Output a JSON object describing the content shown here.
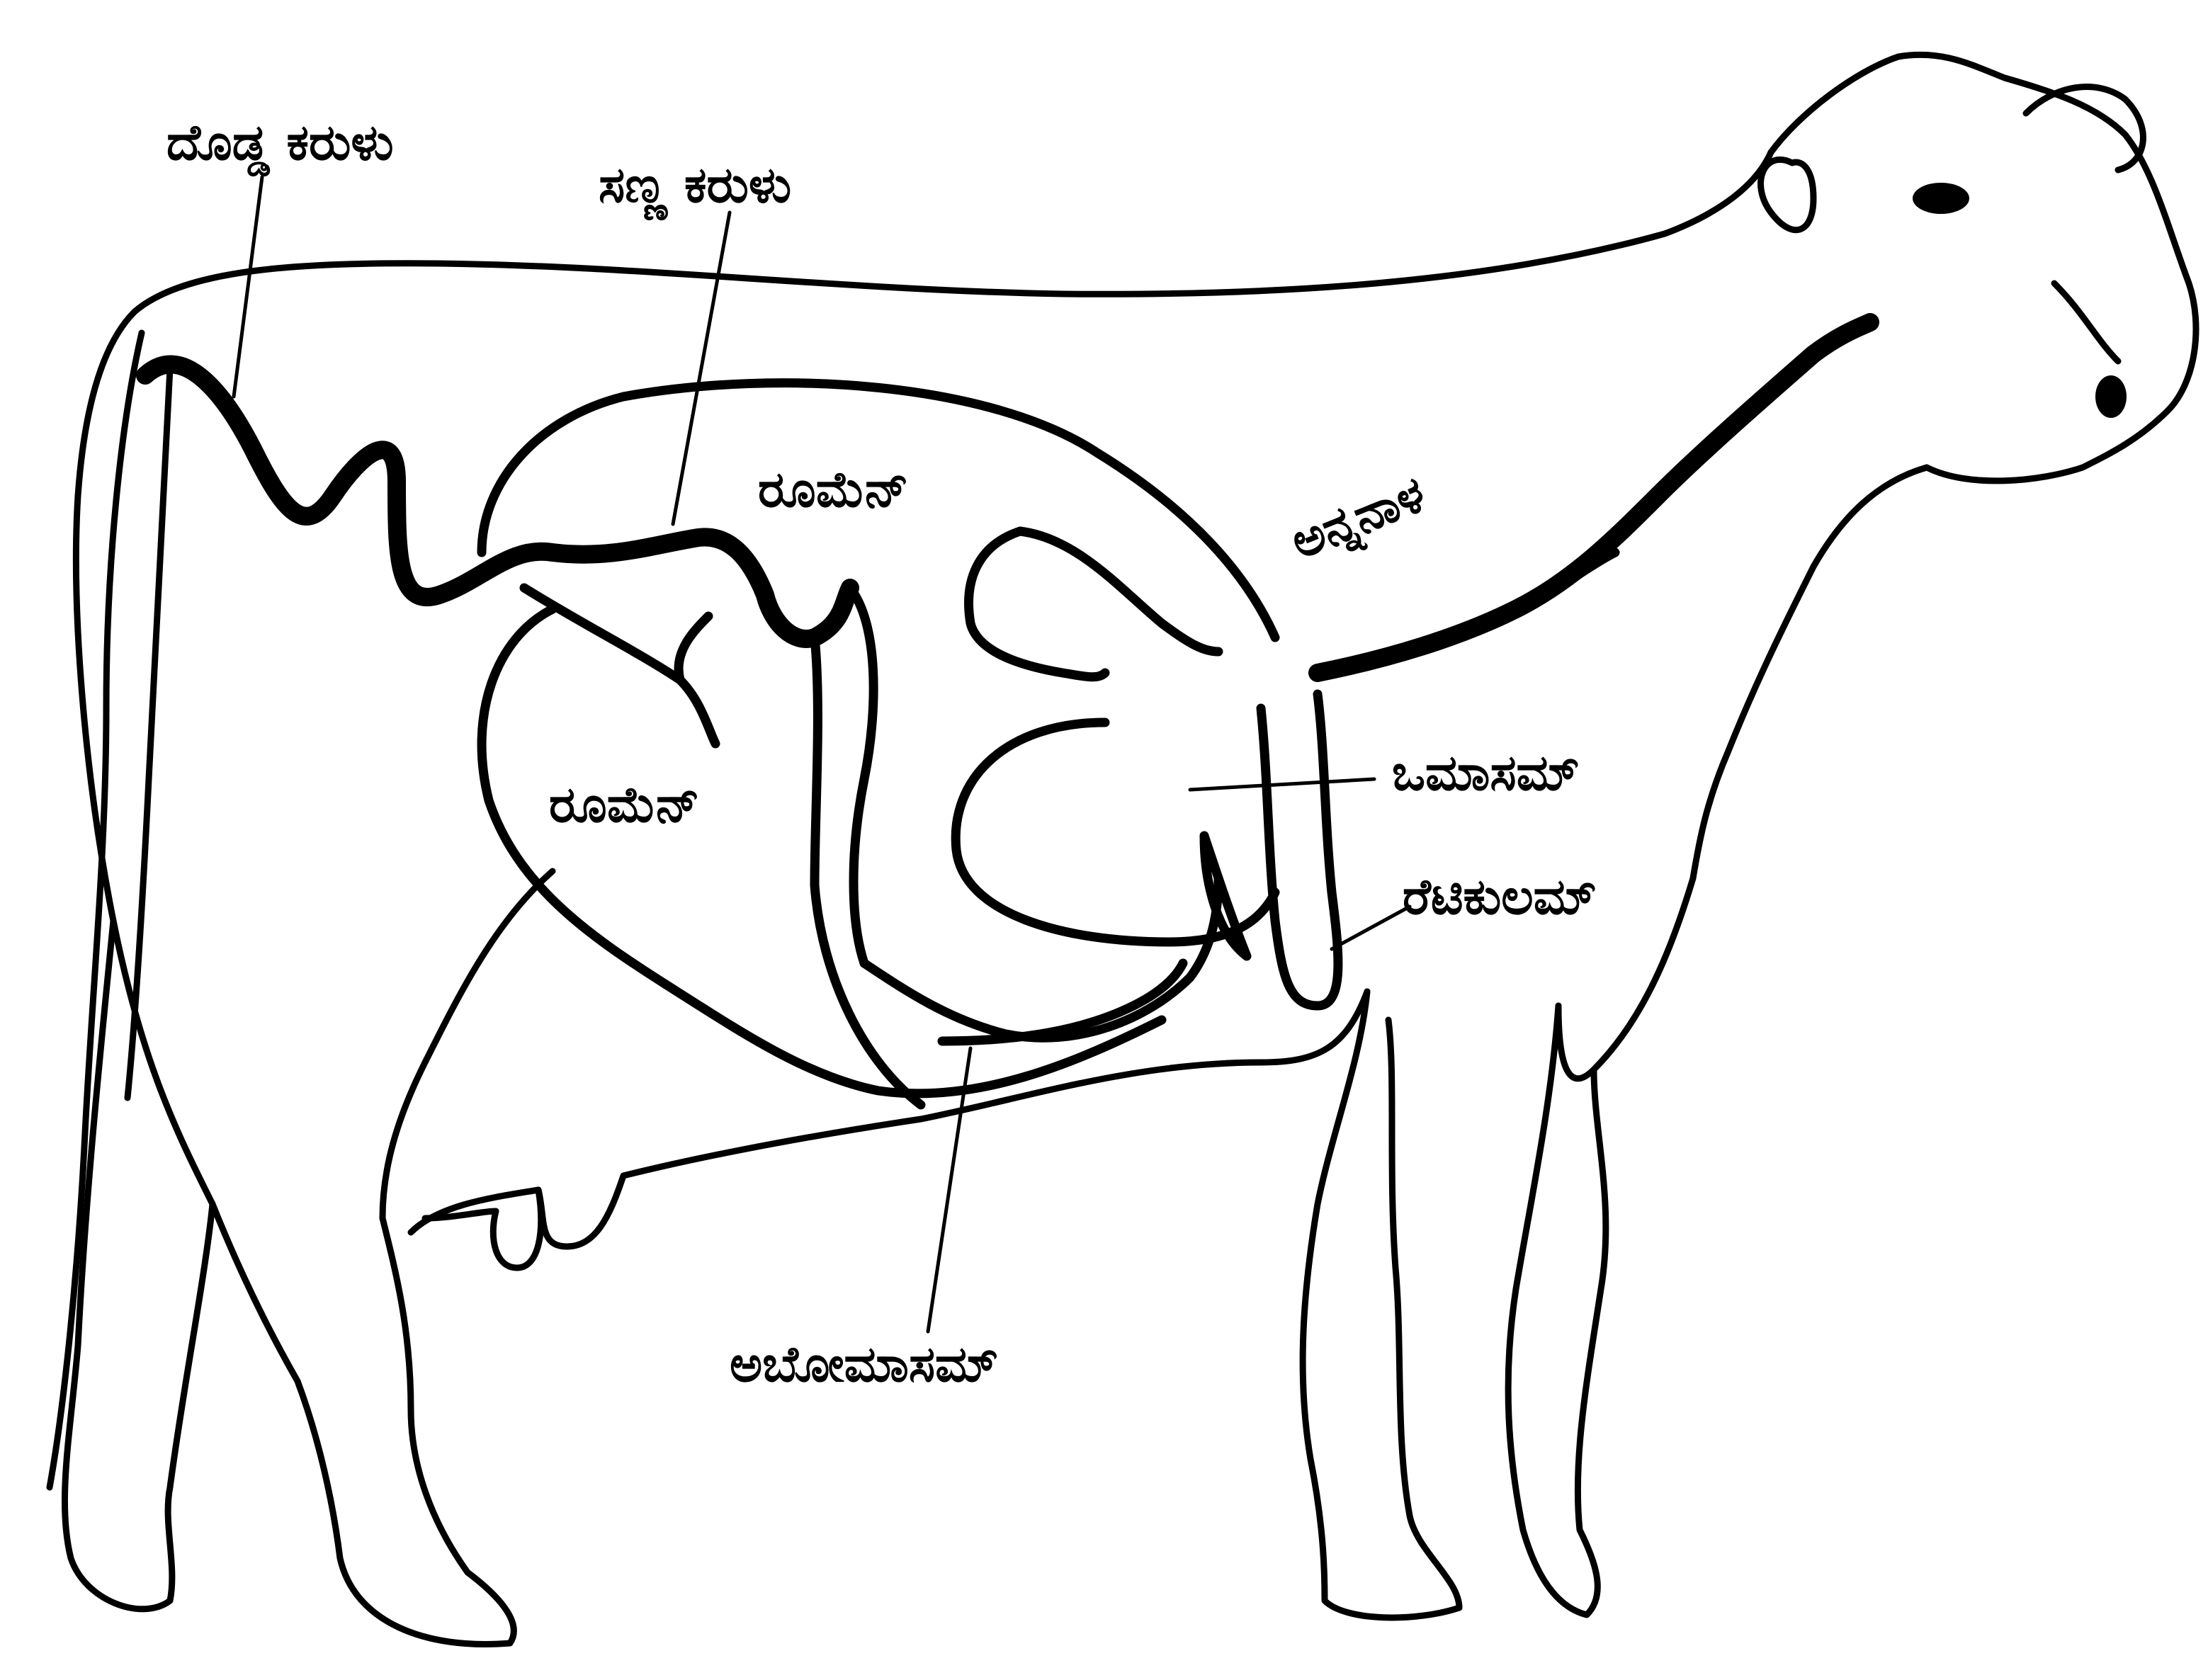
{
  "labels": {
    "large_intestine": "ದೊಡ್ಡ ಕರುಳು",
    "small_intestine": "ಸಣ್ಣ ಕರುಳು",
    "rumen_upper": "ರೂಮೆನ್",
    "rumen_lower": "ರೂಮೆನ್",
    "esophagus": "ಅನ್ನನಾಳ",
    "omasum": "ಒಮಾಸಮ್",
    "reticulum": "ರೆಟಿಕುಲಮ್",
    "abomasum": "ಅಬೋಮಾಸಮ್"
  },
  "colors": {
    "ink": "#000000",
    "background": "#ffffff"
  }
}
